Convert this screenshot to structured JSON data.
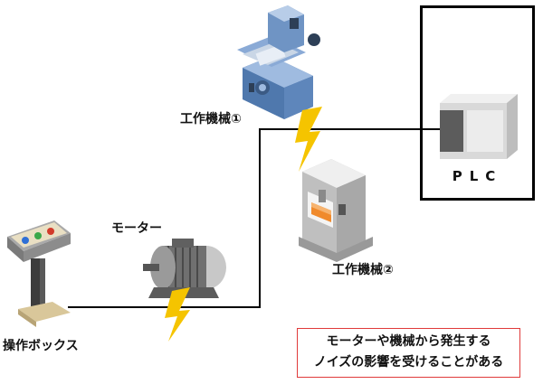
{
  "labels": {
    "machine1": "工作機械①",
    "machine2": "工作機械②",
    "motor": "モーター",
    "operation_box": "操作ボックス",
    "plc": "PLC"
  },
  "note": {
    "line1": "モーターや機械から発生する",
    "line2": "ノイズの影響を受けることがある"
  },
  "colors": {
    "wire": "#000000",
    "lightning": "#f5c400",
    "note_border": "#e03a3a",
    "machine1_blue": "#6f94c4",
    "machine2_orange": "#f08a2c",
    "plc_gray": "#d9d9d9"
  },
  "icons": [
    "milling-machine-icon",
    "press-machine-icon",
    "electric-motor-icon",
    "control-box-icon",
    "plc-unit-icon",
    "lightning-icon"
  ]
}
